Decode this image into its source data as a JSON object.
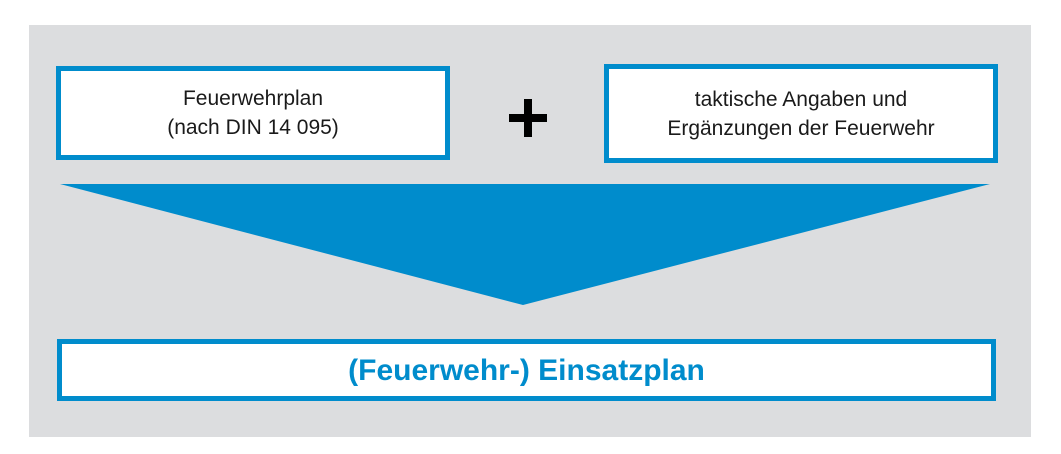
{
  "colors": {
    "accent": "#008ccc",
    "background": "#dcdddf"
  },
  "boxes": {
    "fire_plan": {
      "line1": "Feuerwehrplan",
      "line2": "(nach DIN 14 095)"
    },
    "tactical": {
      "line1": "taktische Angaben und",
      "line2": "Ergänzungen der Feuerwehr"
    },
    "result": {
      "label": "(Feuerwehr-) Einsatzplan"
    }
  },
  "icons": {
    "plus": "plus-icon",
    "arrow": "funnel-arrow-icon"
  }
}
